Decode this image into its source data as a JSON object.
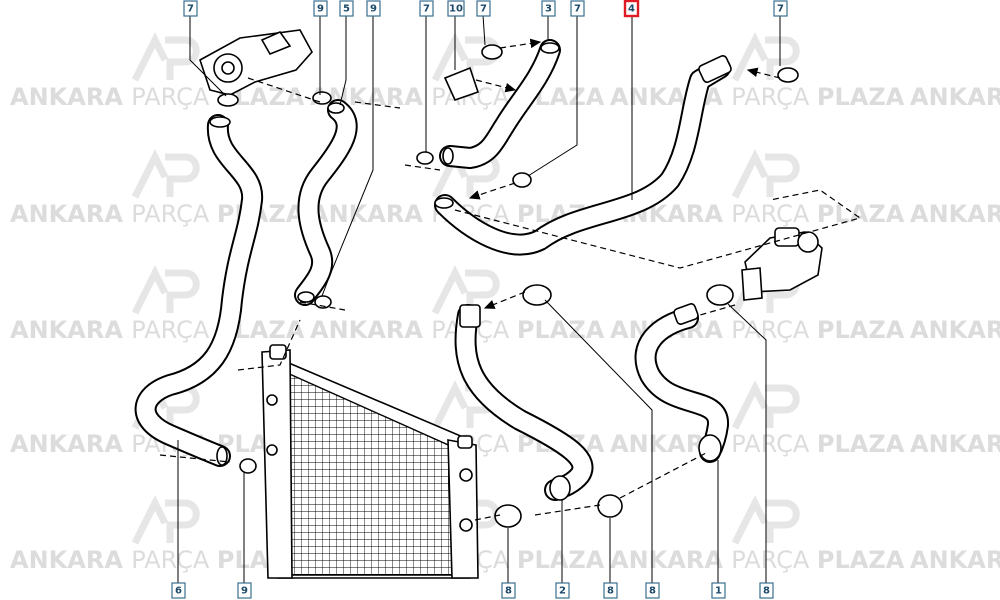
{
  "watermark": {
    "word1": "ANKARA",
    "word2": "PARÇA",
    "word3": "PLAZA",
    "logo_text": "AP"
  },
  "callouts": [
    {
      "id": "c7a",
      "label": "7",
      "highlight": false
    },
    {
      "id": "c9a",
      "label": "9",
      "highlight": false
    },
    {
      "id": "c5",
      "label": "5",
      "highlight": false
    },
    {
      "id": "c9b",
      "label": "9",
      "highlight": false
    },
    {
      "id": "c7b",
      "label": "7",
      "highlight": false
    },
    {
      "id": "c10",
      "label": "10",
      "highlight": false
    },
    {
      "id": "c7c",
      "label": "7",
      "highlight": false
    },
    {
      "id": "c3",
      "label": "3",
      "highlight": false
    },
    {
      "id": "c7d",
      "label": "7",
      "highlight": false
    },
    {
      "id": "c4",
      "label": "4",
      "highlight": true
    },
    {
      "id": "c7e",
      "label": "7",
      "highlight": false
    },
    {
      "id": "c6",
      "label": "6",
      "highlight": false
    },
    {
      "id": "c9c",
      "label": "9",
      "highlight": false
    },
    {
      "id": "c8a",
      "label": "8",
      "highlight": false
    },
    {
      "id": "c2",
      "label": "2",
      "highlight": false
    },
    {
      "id": "c8b",
      "label": "8",
      "highlight": false
    },
    {
      "id": "c8c",
      "label": "8",
      "highlight": false
    },
    {
      "id": "c1",
      "label": "1",
      "highlight": false
    },
    {
      "id": "c8d",
      "label": "8",
      "highlight": false
    }
  ],
  "colors": {
    "callout_border": "#3a6d8f",
    "callout_text": "#1d4a6a",
    "highlight_border": "#e01b24",
    "watermark": "#dcdcdc"
  }
}
